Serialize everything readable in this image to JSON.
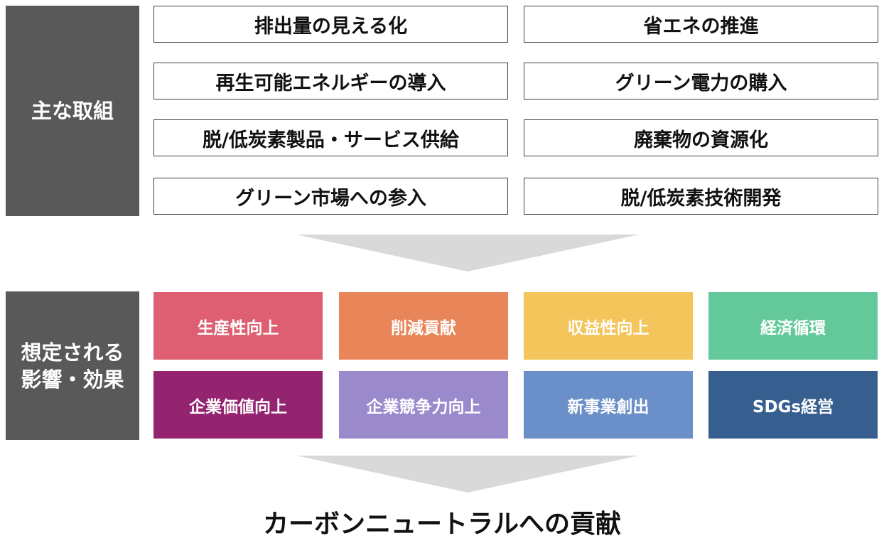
{
  "initiatives": {
    "label_lines": [
      "主な取組"
    ],
    "items": [
      "排出量の見える化",
      "省エネの推進",
      "再生可能エネルギーの導入",
      "グリーン電力の購入",
      "脱/低炭素製品・サービス供給",
      "廃棄物の資源化",
      "グリーン市場への参入",
      "脱/低炭素技術開発"
    ]
  },
  "effects": {
    "label_lines": [
      "想定される",
      "影響・効果"
    ],
    "items": [
      {
        "label": "生産性向上",
        "color": "#DD5F71"
      },
      {
        "label": "削減貢献",
        "color": "#E8865A"
      },
      {
        "label": "収益性向上",
        "color": "#F3C55A"
      },
      {
        "label": "経済循環",
        "color": "#63C99A"
      },
      {
        "label": "企業価値向上",
        "color": "#952470"
      },
      {
        "label": "企業競争力向上",
        "color": "#9A8ACB"
      },
      {
        "label": "新事業創出",
        "color": "#6B8FC9"
      },
      {
        "label": "SDGs経営",
        "color": "#365F90"
      }
    ]
  },
  "arrow_color": "#D9D9D9",
  "conclusion": "カーボンニュートラルへの貢献"
}
